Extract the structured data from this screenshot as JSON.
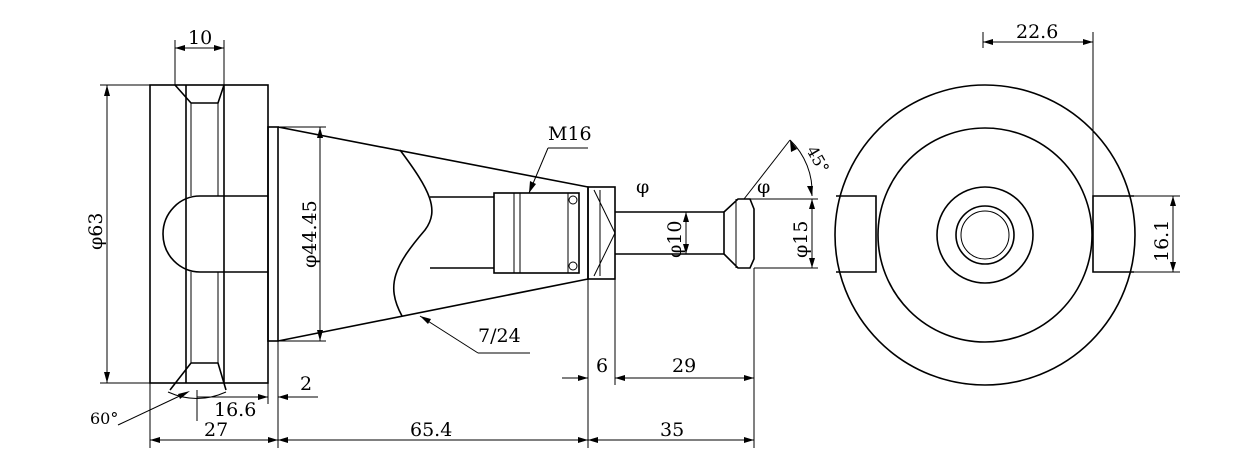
{
  "dimensions": {
    "groove_width": "10",
    "diameter_63": "φ63",
    "diameter_44": "φ44.45",
    "thread": "M16",
    "taper": "7/24",
    "angle_60": "60°",
    "length_16_6": "16.6",
    "length_2": "2",
    "length_27": "27",
    "length_65_4": "65.4",
    "length_6": "6",
    "length_29": "29",
    "length_35": "35",
    "diameter_10": "φ10",
    "diameter_15": "φ15",
    "angle_45": "45°",
    "diameter_symbol_a": "φ",
    "diameter_symbol_b": "φ",
    "length_22_6": "22.6",
    "length_16_1": "16.1"
  }
}
